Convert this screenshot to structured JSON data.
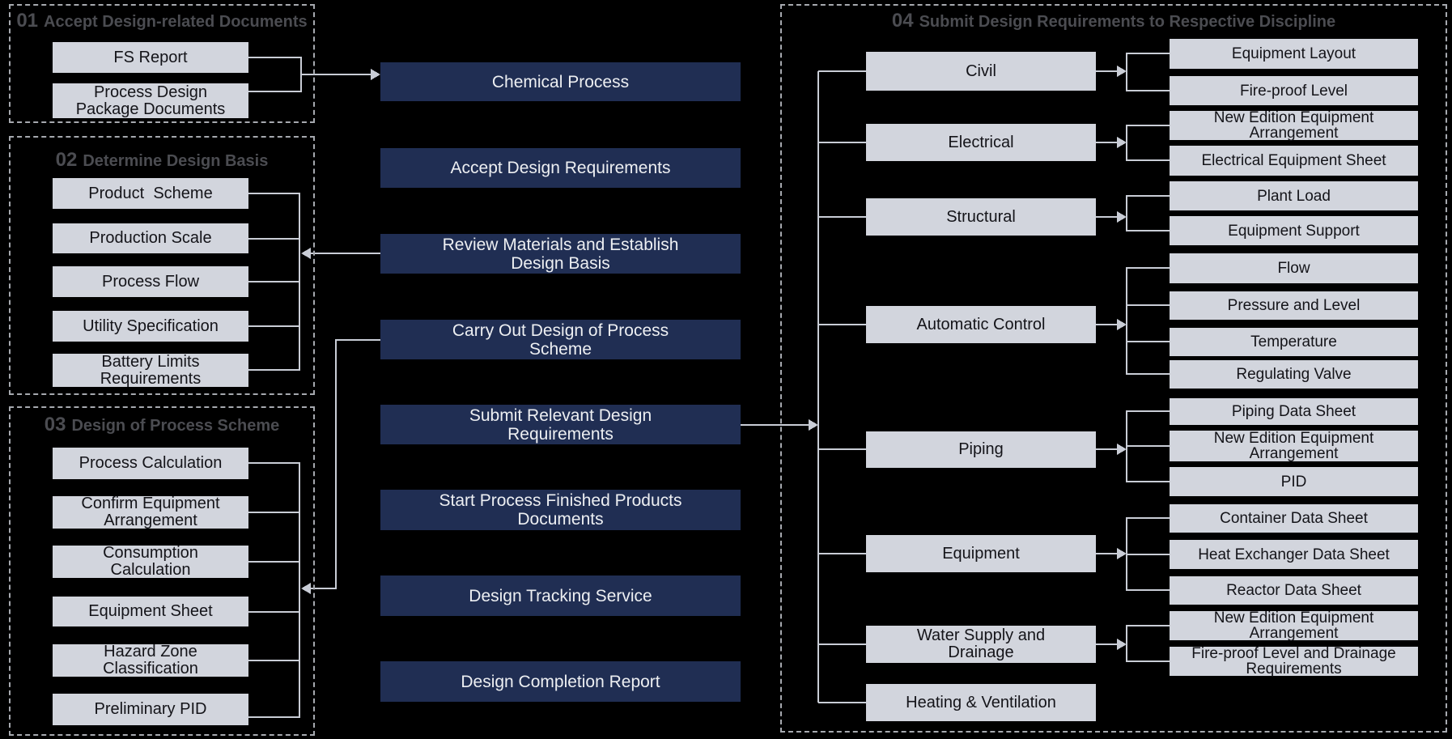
{
  "left_groups": [
    {
      "number": "01",
      "title": "Accept Design-related Documents",
      "items": [
        "FS Report",
        "Process Design\nPackage Documents"
      ]
    },
    {
      "number": "02",
      "title": "Determine Design Basis",
      "items": [
        "Product  Scheme",
        "Production Scale",
        "Process Flow",
        "Utility Specification",
        "Battery Limits\nRequirements"
      ]
    },
    {
      "number": "03",
      "title": "Design of Process Scheme",
      "items": [
        "Process Calculation",
        "Confirm Equipment\nArrangement",
        "Consumption\nCalculation",
        "Equipment Sheet",
        "Hazard Zone\nClassification",
        "Preliminary PID"
      ]
    }
  ],
  "center_steps": [
    "Chemical Process",
    "Accept Design Requirements",
    "Review Materials and Establish\nDesign Basis",
    "Carry Out Design of Process\nScheme",
    "Submit Relevant Design\nRequirements",
    "Start Process Finished Products\nDocuments",
    "Design Tracking Service",
    "Design Completion Report"
  ],
  "right_group": {
    "number": "04",
    "title": "Submit Design Requirements to Respective Discipline",
    "disciplines": [
      {
        "label": "Civil",
        "outputs": [
          "Equipment Layout",
          "Fire-proof Level"
        ]
      },
      {
        "label": "Electrical",
        "outputs": [
          "New Edition Equipment\nArrangement",
          "Electrical Equipment Sheet"
        ]
      },
      {
        "label": "Structural",
        "outputs": [
          "Plant Load",
          "Equipment Support"
        ]
      },
      {
        "label": "Automatic Control",
        "outputs": [
          "Flow",
          "Pressure and Level",
          "Temperature",
          "Regulating Valve"
        ]
      },
      {
        "label": "Piping",
        "outputs": [
          "Piping Data Sheet",
          "New Edition Equipment\nArrangement",
          "PID"
        ]
      },
      {
        "label": "Equipment",
        "outputs": [
          "Container Data Sheet",
          "Heat Exchanger Data Sheet",
          "Reactor Data Sheet"
        ]
      },
      {
        "label": "Water Supply and\nDrainage",
        "outputs": [
          "New Edition Equipment\nArrangement",
          "Fire-proof Level and Drainage\nRequirements"
        ]
      },
      {
        "label": "Heating & Ventilation",
        "outputs": []
      }
    ]
  },
  "colors": {
    "background": "#000000",
    "process_step_fill": "#202E53",
    "process_step_text": "#EDEFF2",
    "item_fill": "#D2D5DD",
    "item_text": "#141419",
    "connector": "#C9CDD6",
    "group_border": "#A6A9AF",
    "group_title_text": "#4B4C51"
  }
}
